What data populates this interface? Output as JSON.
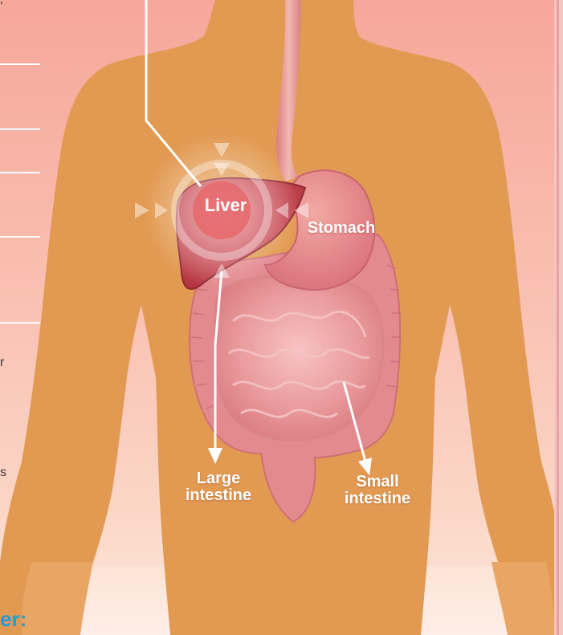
{
  "labels": {
    "liver": "Liver",
    "stomach": "Stomach",
    "large_intestine": "Large\nintestine",
    "small_intestine": "Small\nintestine"
  },
  "side_text": {
    "top": "’",
    "middle": "r",
    "lower": "s"
  },
  "answer_fragment": "er:",
  "colors": {
    "background_top": "#f6a79a",
    "body_silhouette": "#e29a52",
    "organ_pink": "#e58a8c",
    "liver_red": "#c94a52",
    "highlight_glow": "#ffffff",
    "answer_blue": "#1aa0d6"
  }
}
